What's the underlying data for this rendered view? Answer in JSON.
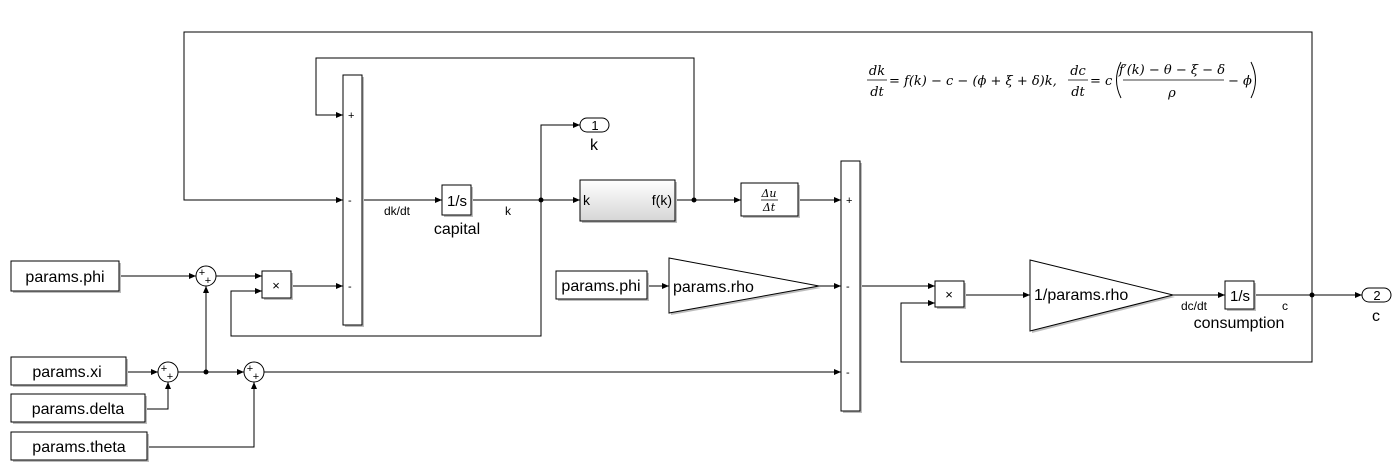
{
  "blocks": {
    "params_phi_1": "params.phi",
    "params_xi": "params.xi",
    "params_delta": "params.delta",
    "params_theta": "params.theta",
    "params_phi_2": "params.phi",
    "gain_rho": "params.rho",
    "gain_inv_rho": "1/params.rho",
    "integrator_1": "1/s",
    "integrator_2": "1/s",
    "product_1": "×",
    "product_2": "×",
    "fk_in": "k",
    "fk_out": "f(k)",
    "deriv_num": "Δu",
    "deriv_den": "Δt",
    "outport_1": "1",
    "outport_2": "2"
  },
  "labels": {
    "capital": "capital",
    "consumption": "consumption",
    "outport_1": "k",
    "outport_2": "c"
  },
  "signals": {
    "dkdt": "dk/dt",
    "k": "k",
    "dcdt": "dc/dt",
    "c": "c"
  },
  "ports": {
    "plus": "+",
    "minus": "-"
  },
  "equation": {
    "dk_num": "dk",
    "dk_den": "dt",
    "dk_rhs": "= f(k) − c − (ϕ + ξ + δ)k,",
    "dc_num": "dc",
    "dc_den": "dt",
    "dc_eq": "= c",
    "dc_inner_num": "f′(k) − θ − ξ − δ",
    "dc_inner_den": "ρ",
    "dc_tail": "− ϕ"
  }
}
